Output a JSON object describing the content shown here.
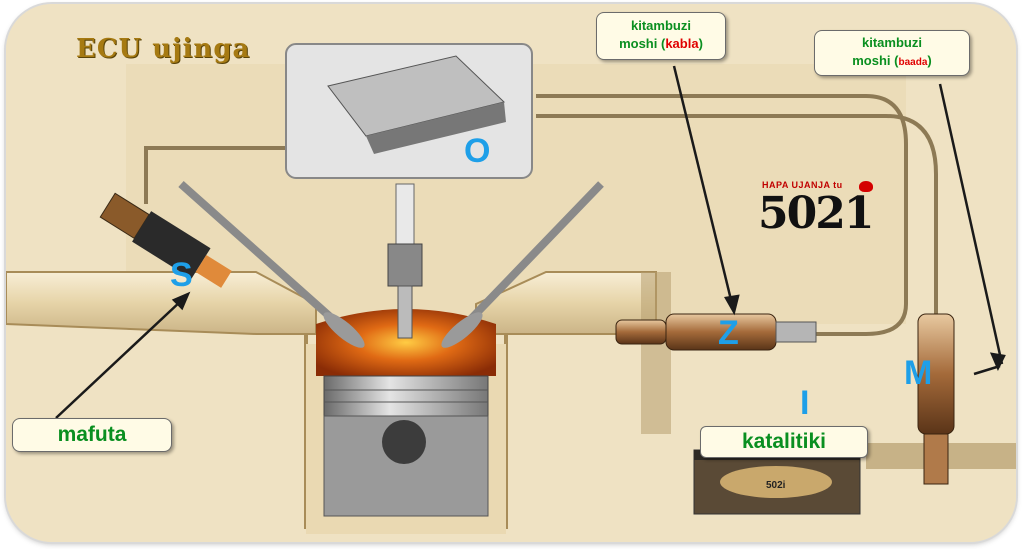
{
  "title": "ECU ujinga",
  "labels": {
    "ecu_letter": "O",
    "injector_letter": "S",
    "sensor_before_letter": "Z",
    "sensor_after_letter": "M",
    "catalyst_letter": "I"
  },
  "callouts": {
    "fuel": "mafuta",
    "sensor_before": {
      "line1": "kitambuzi",
      "line2": "moshi (",
      "emph": "kabla",
      "line2_end": ")"
    },
    "sensor_after": {
      "line1": "kitambuzi",
      "line2": "moshi (",
      "emph": "baada",
      "line2_end": ")"
    },
    "catalyst": "katalitiki"
  },
  "brand": {
    "tagline": "HAPA UJANJA tu",
    "name": "5021"
  },
  "catalyst_photo_text": "502i",
  "colors": {
    "label_green": "#0a8f20",
    "letter_blue": "#1e9fe8",
    "emphasis_red": "#e00000",
    "title_gold": "#a67a12"
  }
}
